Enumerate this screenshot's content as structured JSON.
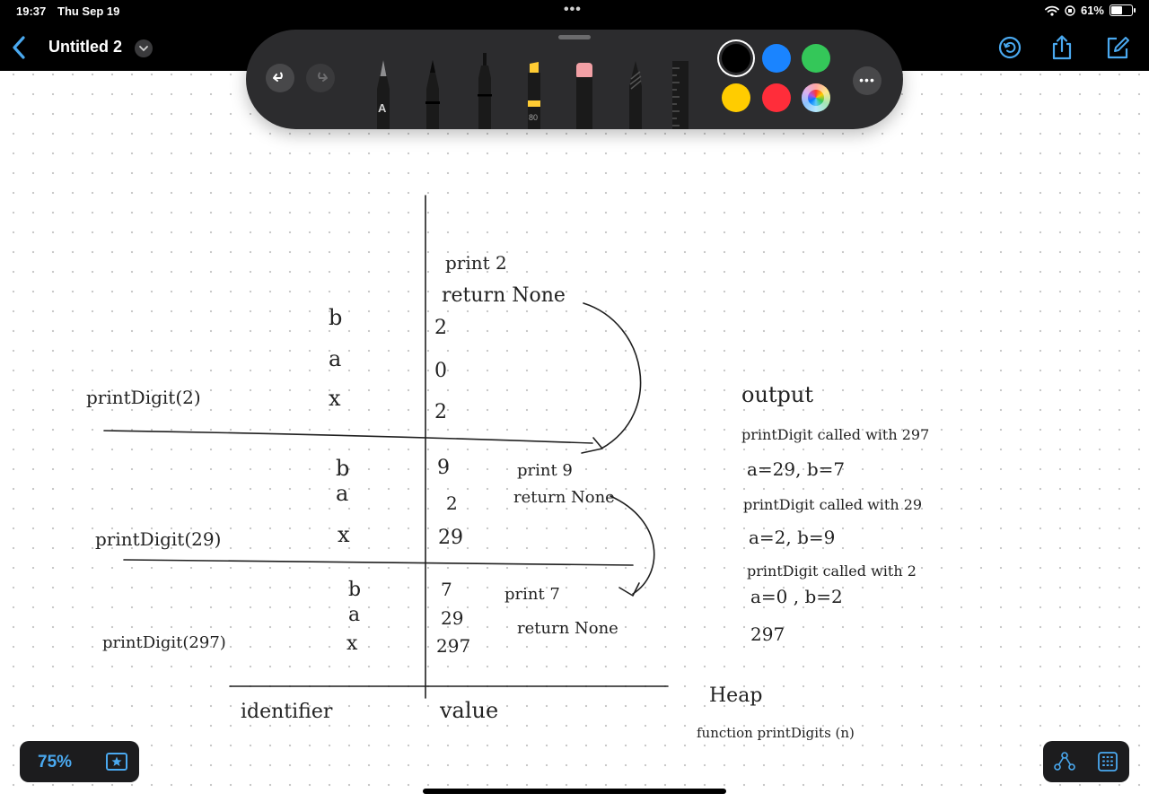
{
  "status_bar": {
    "time": "19:37",
    "date": "Thu Sep 19",
    "battery": "61%",
    "battery_level": 0.61
  },
  "nav": {
    "title": "Untitled 2"
  },
  "toolbar": {
    "monoline_letter": "A",
    "highlighter_size": "80",
    "colors": [
      "#000000",
      "#1a84ff",
      "#34c759",
      "#ffcc00",
      "#ff2d3a",
      "multicolor"
    ],
    "selected_color": "#000000"
  },
  "canvas": {
    "identifiers": [
      "b",
      "a",
      "x",
      "b",
      "a",
      "x",
      "b",
      "a",
      "x"
    ],
    "values": [
      "2",
      "0",
      "2",
      "9",
      "2",
      "29",
      "7",
      "29",
      "297"
    ],
    "frame_labels": [
      "printDigit(2)",
      "printDigit(29)",
      "printDigit(297)"
    ],
    "frame_notes": [
      "print 2",
      "return None",
      "print 9",
      "return None",
      "print 7",
      "return None"
    ],
    "col_identifier": "identifier",
    "col_value": "value",
    "output_title": "output",
    "output_lines": [
      "printDigit called with 297",
      "a=29, b=7",
      "printDigit called with 29",
      "a=2, b=9",
      "printDigit called with 2",
      "a=0 , b=2",
      "297"
    ],
    "heap_title": "Heap",
    "heap_entry": "function printDigits (n)"
  },
  "zoom": {
    "label": "75%"
  }
}
